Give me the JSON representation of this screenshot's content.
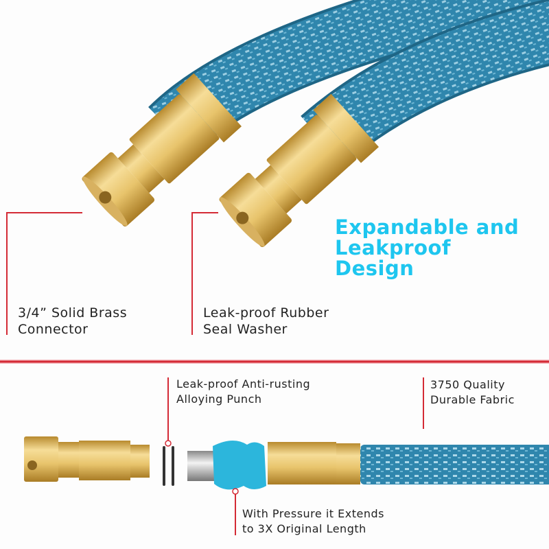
{
  "headline": {
    "line1": "Expandable and",
    "line2": "Leakproof",
    "line3": "Design"
  },
  "callouts": [
    {
      "line1": "3/4” Solid Brass",
      "line2": "Connector"
    },
    {
      "line1": "Leak-proof Rubber",
      "line2": "Seal Washer"
    },
    {
      "line1": "Leak-proof Anti-rusting",
      "line2": "Alloying Punch"
    },
    {
      "line1": "3750 Quality",
      "line2": "Durable Fabric"
    },
    {
      "line1": "With Pressure it Extends",
      "line2": "to 3X Original Length"
    }
  ],
  "colors": {
    "accent_red": "#d42a35",
    "headline_cyan": "#1ec6ef",
    "hose_blue": "#2f86ad",
    "brass": "#e6c36e"
  }
}
